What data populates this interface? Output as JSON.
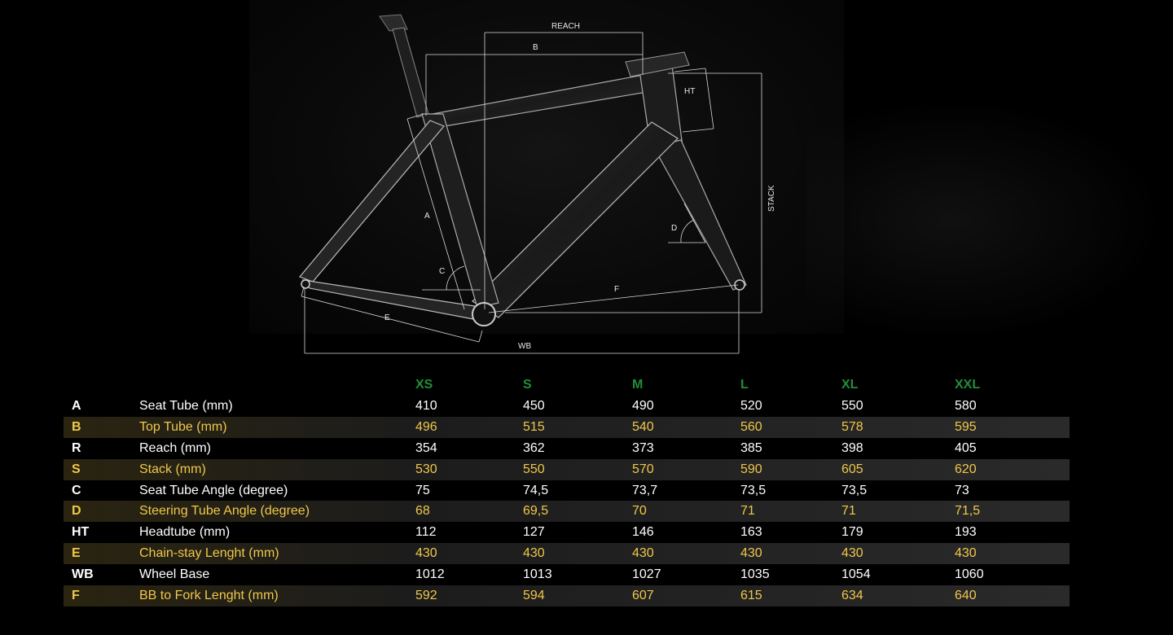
{
  "diagram": {
    "labels": {
      "reach": "REACH",
      "b": "B",
      "ht": "HT",
      "stack": "STACK",
      "a": "A",
      "c": "C",
      "d": "D",
      "f": "F",
      "e": "E",
      "wb": "WB"
    }
  },
  "table": {
    "sizes": [
      "XS",
      "S",
      "M",
      "L",
      "XL",
      "XXL"
    ],
    "rows": [
      {
        "code": "A",
        "name": "Seat Tube (mm)",
        "values": [
          "410",
          "450",
          "490",
          "520",
          "550",
          "580"
        ]
      },
      {
        "code": "B",
        "name": "Top Tube (mm)",
        "values": [
          "496",
          "515",
          "540",
          "560",
          "578",
          "595"
        ]
      },
      {
        "code": "R",
        "name": "Reach (mm)",
        "values": [
          "354",
          "362",
          "373",
          "385",
          "398",
          "405"
        ]
      },
      {
        "code": "S",
        "name": "Stack (mm)",
        "values": [
          "530",
          "550",
          "570",
          "590",
          "605",
          "620"
        ]
      },
      {
        "code": "C",
        "name": "Seat Tube Angle (degree)",
        "values": [
          "75",
          "74,5",
          "73,7",
          "73,5",
          "73,5",
          "73"
        ]
      },
      {
        "code": "D",
        "name": "Steering Tube Angle (degree)",
        "values": [
          "68",
          "69,5",
          "70",
          "71",
          "71",
          "71,5"
        ]
      },
      {
        "code": "HT",
        "name": "Headtube (mm)",
        "values": [
          "112",
          "127",
          "146",
          "163",
          "179",
          "193"
        ]
      },
      {
        "code": "E",
        "name": "Chain-stay Lenght (mm)",
        "values": [
          "430",
          "430",
          "430",
          "430",
          "430",
          "430"
        ]
      },
      {
        "code": "WB",
        "name": "Wheel Base",
        "values": [
          "1012",
          "1013",
          "1027",
          "1035",
          "1054",
          "1060"
        ]
      },
      {
        "code": "F",
        "name": "BB to Fork Lenght (mm)",
        "values": [
          "592",
          "594",
          "607",
          "615",
          "634",
          "640"
        ]
      }
    ]
  },
  "colors": {
    "background": "#000000",
    "size_header": "#1f8f3a",
    "highlight_text": "#f0c84a",
    "normal_text": "#ffffff"
  }
}
